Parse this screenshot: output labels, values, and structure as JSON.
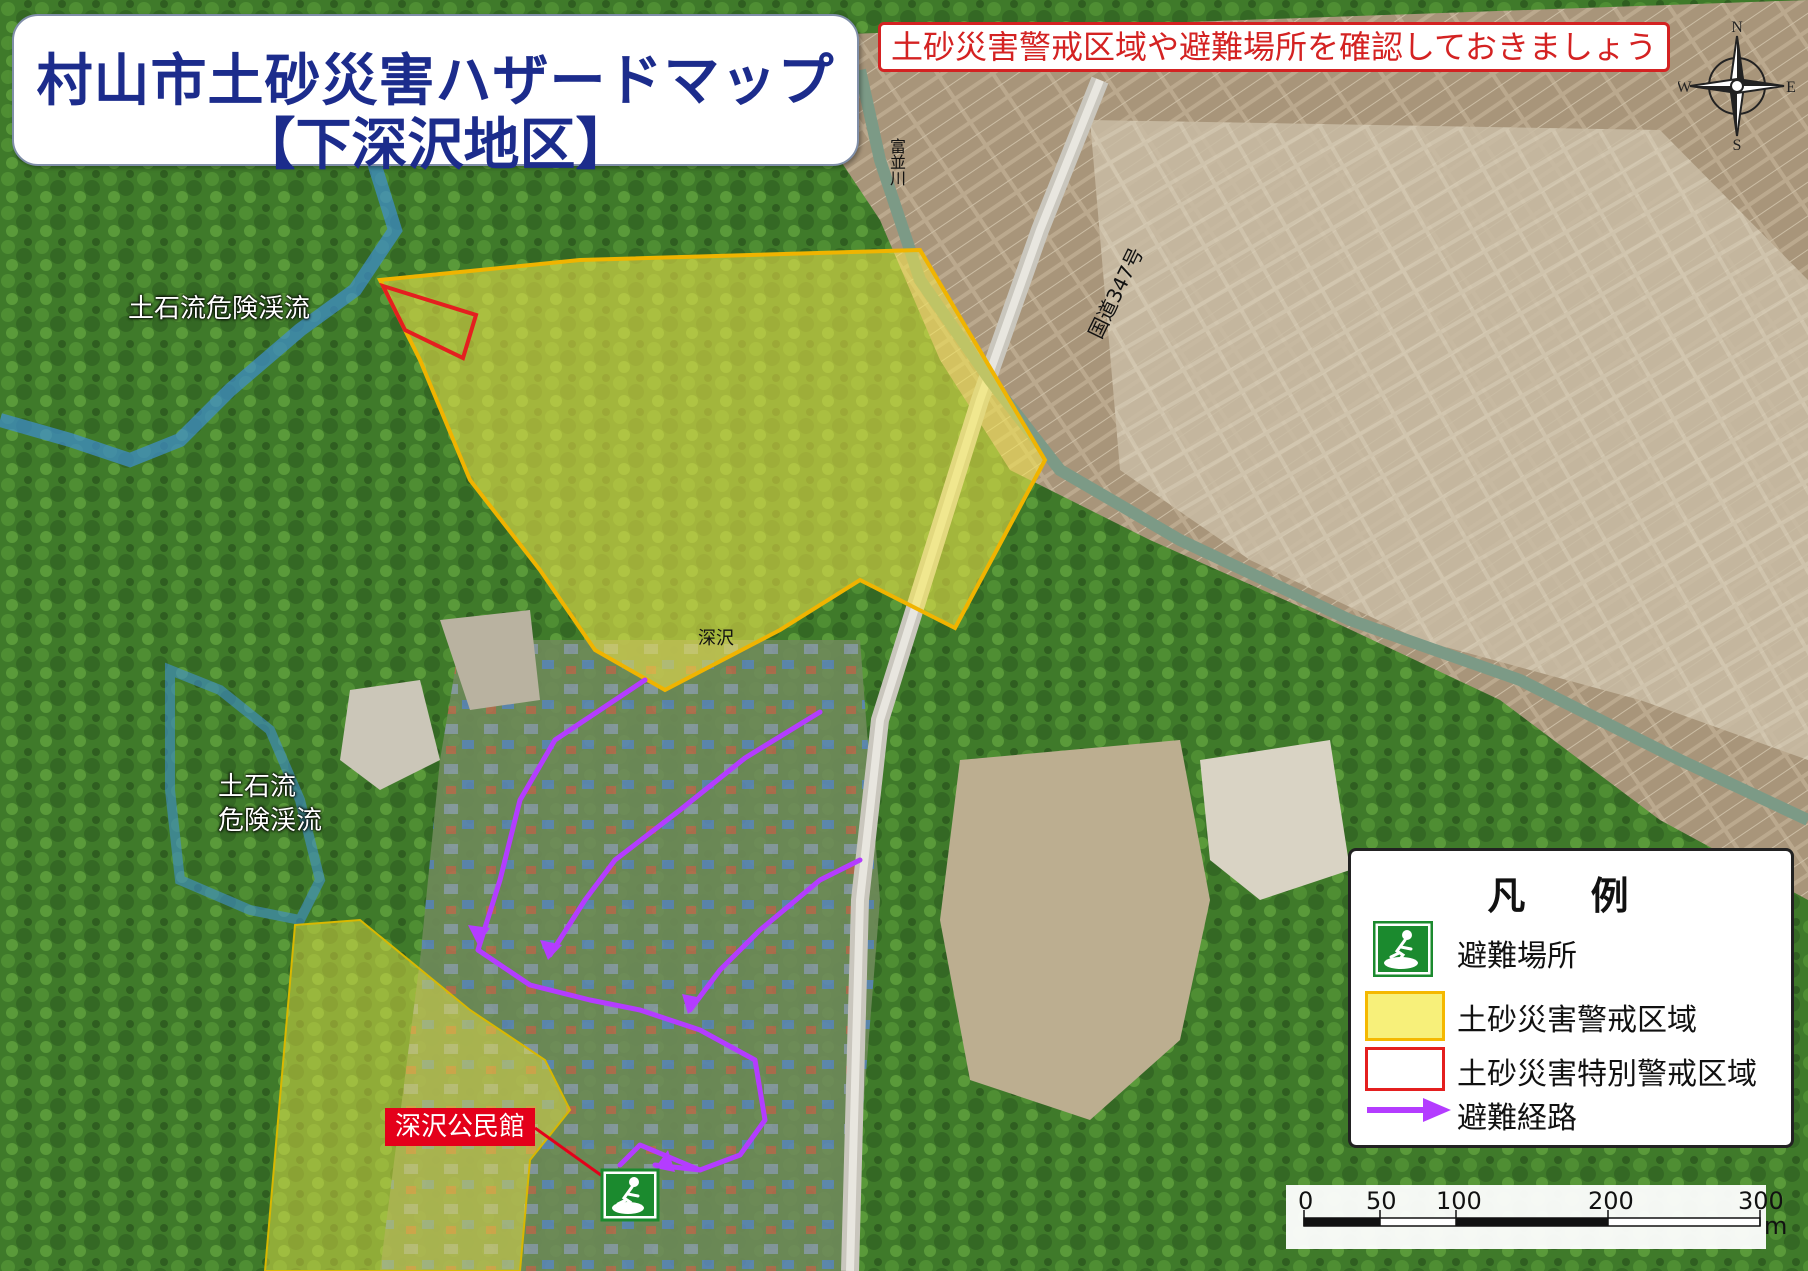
{
  "title": {
    "line1": "村山市土砂災害ハザードマップ",
    "line2": "【下深沢地区】"
  },
  "notice": "土砂災害警戒区域や避難場所を確認しておきましょう",
  "compass": {
    "n": "N",
    "s": "S",
    "e": "E",
    "w": "W"
  },
  "map_labels": {
    "debris_stream_1": "土石流危険渓流",
    "debris_stream_2_line1": "土石流",
    "debris_stream_2_line2": "危険渓流",
    "area_name": "深沢",
    "river": "富並川",
    "national_road": "国道347号",
    "evacuation_site": "深沢公民館"
  },
  "legend": {
    "title": "凡 例",
    "items": [
      {
        "label": "避難場所",
        "symbol": "evacuation-site-icon"
      },
      {
        "label": "土砂災害警戒区域",
        "color": "#f5d400"
      },
      {
        "label": "土砂災害特別警戒区域",
        "color": "#e41f1f"
      },
      {
        "label": "避難経路",
        "color": "#b43cff"
      }
    ]
  },
  "scale": {
    "ticks": [
      "0",
      "50",
      "100",
      "200",
      "300"
    ],
    "unit": "m"
  },
  "colors": {
    "title_text": "#1c2c8c",
    "warning_zone": "#f5d400",
    "special_warning_zone": "#e41f1f",
    "evacuation_route": "#b43cff",
    "stream": "#3f8fd1",
    "evacuation_icon": "#1b8a2e"
  }
}
